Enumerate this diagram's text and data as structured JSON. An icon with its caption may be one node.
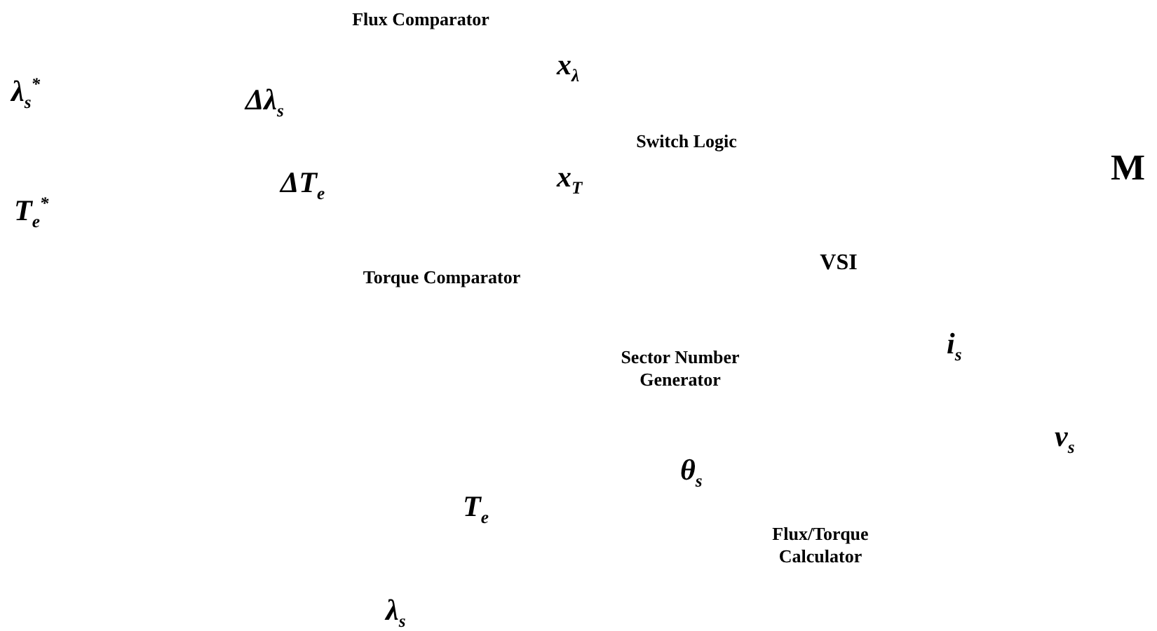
{
  "diagram": {
    "labels": [
      "Flux Comparator",
      "λ$_{s}$$^{*}$",
      "Δλ$_{s}$",
      "x$_{λ}$",
      "Switch Logic",
      "M",
      "T$_{e}$$^{*}$",
      "ΔT$_{e}$",
      "x$_{T}$",
      "Torque Comparator",
      "VSI",
      "Sector Number Generator",
      "i$_{s}$",
      "v$_{s}$",
      "θ$_{s}$",
      "T$_{e}$",
      "Flux/Torque Calculator",
      "λ$_{s}$"
    ]
  }
}
